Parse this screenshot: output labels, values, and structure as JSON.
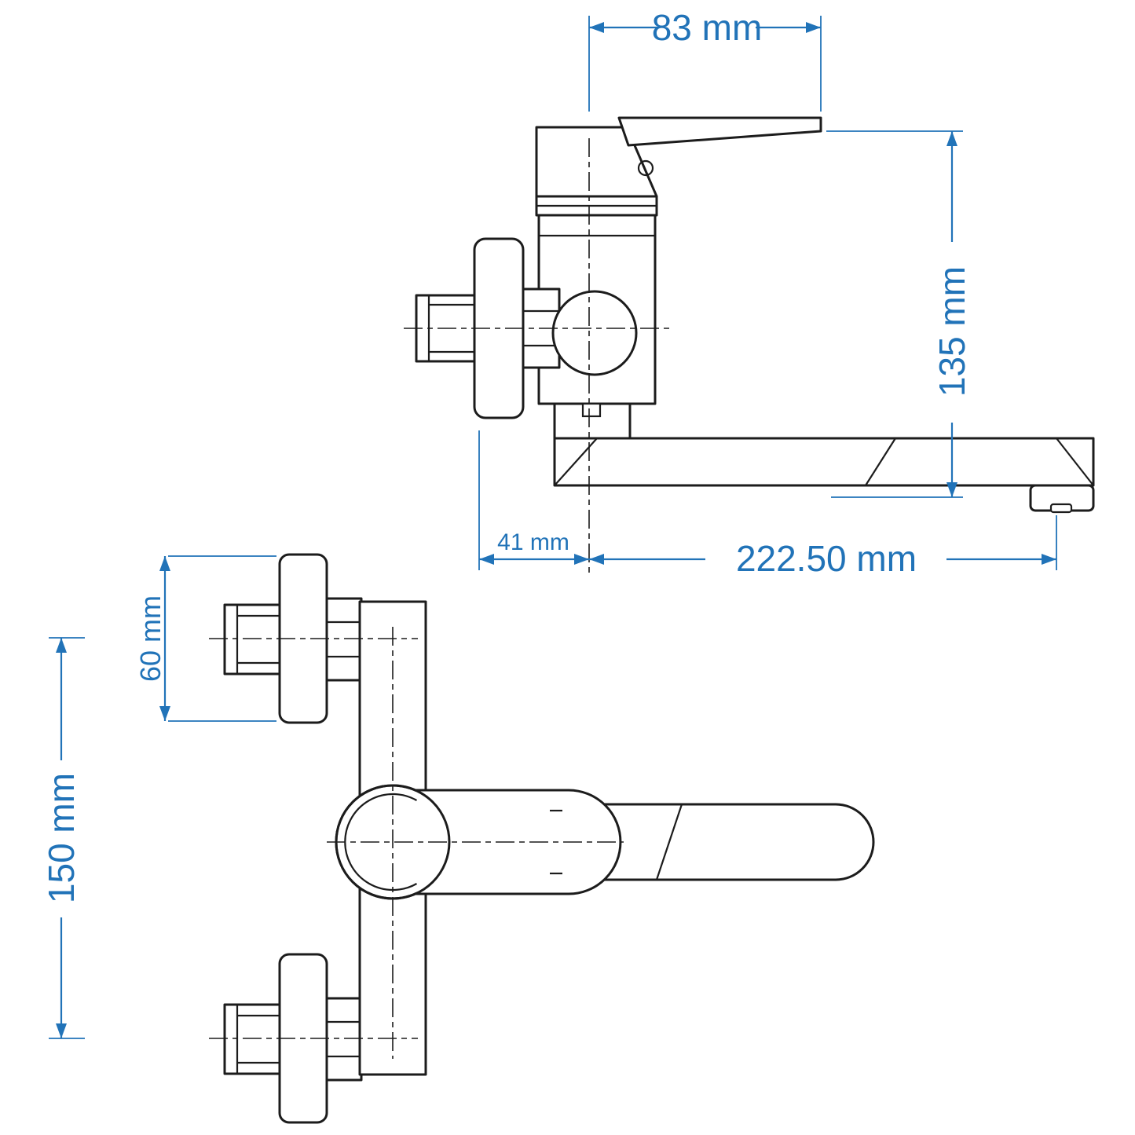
{
  "meta": {
    "colors": {
      "line": "#1c1c1c",
      "dim": "#2173b8",
      "bg": "#ffffff"
    }
  },
  "side_view": {
    "handle_width": "83 mm",
    "overall_height": "135 mm",
    "wall_offset": "41 mm",
    "spout_reach": "222.50 mm"
  },
  "plan_view": {
    "flange_size": "60 mm",
    "mount_spacing": "150 mm"
  }
}
